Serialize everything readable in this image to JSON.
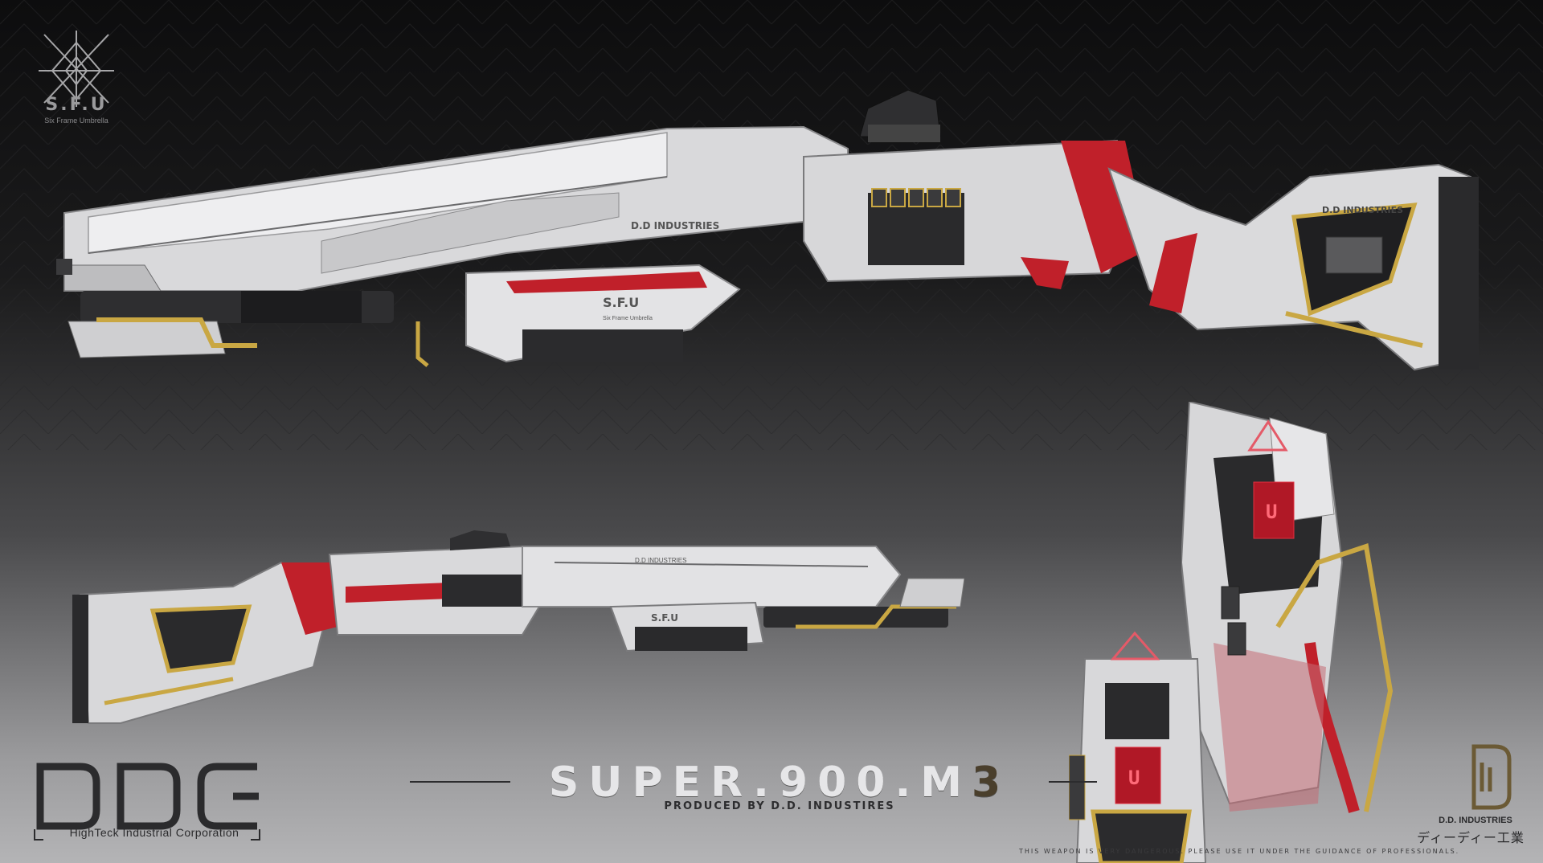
{
  "sfu_logo": {
    "title": "S.F.U",
    "subtitle": "Six Frame Umbrella"
  },
  "gun_labels": {
    "dd_industries": "D.D INDUSTRIES",
    "sfu": "S.F.U",
    "sfu_sub": "Six Frame Umbrella",
    "side_text": "D.D INDUSTRIES"
  },
  "company": {
    "logo": "DDC",
    "name": "HighTeck  Industrial Corporation"
  },
  "product": {
    "title_main": "SUPER.900.M",
    "title_suffix": "3",
    "produced_by": "PRODUCED BY D.D. INDUSTIRES"
  },
  "maker": {
    "name": "D.D. INDUSTRIES",
    "japanese": "ディーディー工業"
  },
  "disclaimer": "THIS WEAPON IS VERY DANGEROUS. PLEASE USE IT UNDER THE GUIDANCE OF PROFESSIONALS.",
  "colors": {
    "accent_red": "#c0202a",
    "accent_gold": "#c9a743",
    "body_white": "#e4e4e6",
    "dark_grey": "#2b2b2d"
  }
}
